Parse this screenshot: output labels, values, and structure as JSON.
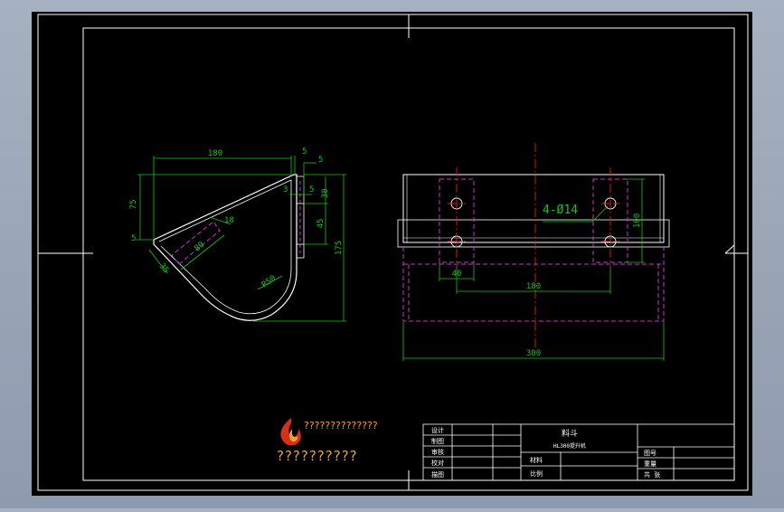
{
  "colors": {
    "background": "#000000",
    "frame": "#ffffff",
    "dimension": "#19c419",
    "outline": "#ffffff",
    "hidden_line": "#cc33cc",
    "centerline": "#e02020",
    "logo_orange": "#e8a23a",
    "logo_red": "#d4301a"
  },
  "side_view": {
    "dims": {
      "top_width": "180",
      "top_lip": "5",
      "right_lip": "5",
      "small_3": "3",
      "small_5": "5",
      "height_30": "30",
      "height_45": "45",
      "left_75": "75",
      "total_height": "175",
      "lip_5": "5",
      "hole_18": "18",
      "slot_80": "80",
      "slot_35": "35",
      "radius": "R50"
    }
  },
  "front_view": {
    "dims": {
      "holes": "4-Ø14",
      "hole_height": "100",
      "hole_spacing": "180",
      "plate_width": "40",
      "total_width": "300"
    }
  },
  "title_block": {
    "part_name": "料斗",
    "model": "HL300提升机",
    "material_label": "材料",
    "scale_label": "比例",
    "drawing_no_label": "图号",
    "weight_label": "重量",
    "sheet_label": "共 张",
    "left_labels": [
      "设计",
      "制图",
      "审核",
      "校对",
      "描图"
    ]
  },
  "logo": {
    "line1": "??????????????",
    "line2": "??????????"
  }
}
